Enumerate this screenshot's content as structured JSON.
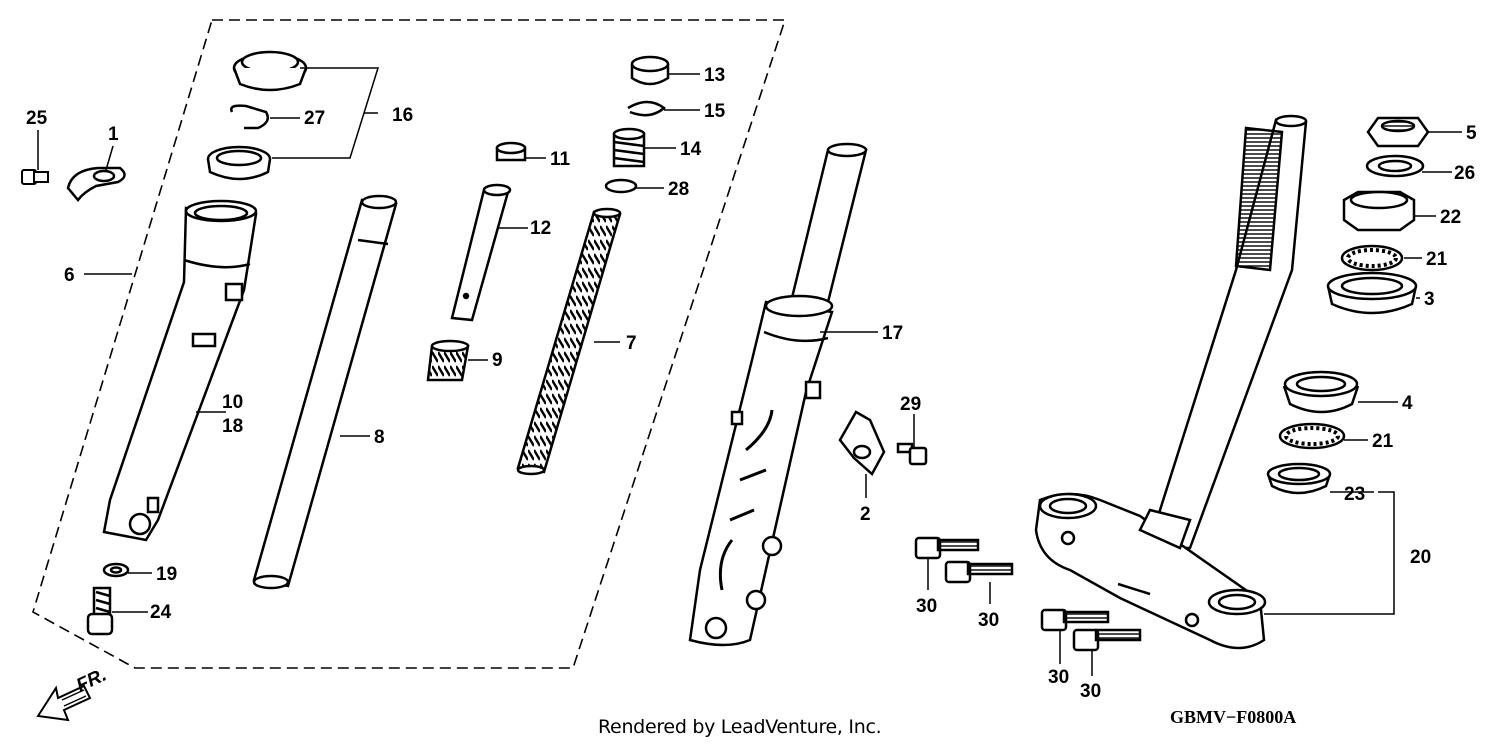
{
  "footer": {
    "credit": "Rendered by LeadVenture, Inc.",
    "code": "GBMV−F0800A"
  },
  "direction": {
    "label": "FR."
  },
  "callouts": {
    "c25": "25",
    "c1": "1",
    "c16": "16",
    "c27": "27",
    "c6": "6",
    "c10": "10",
    "c18": "18",
    "c8": "8",
    "c19": "19",
    "c24": "24",
    "c11": "11",
    "c12": "12",
    "c9": "9",
    "c13": "13",
    "c15": "15",
    "c14": "14",
    "c28": "28",
    "c7": "7",
    "c17": "17",
    "c29": "29",
    "c2": "2",
    "c30a": "30",
    "c30b": "30",
    "c30c": "30",
    "c30d": "30",
    "c5": "5",
    "c26": "26",
    "c22": "22",
    "c21a": "21",
    "c3": "3",
    "c4": "4",
    "c21b": "21",
    "c23": "23",
    "c20": "20"
  }
}
